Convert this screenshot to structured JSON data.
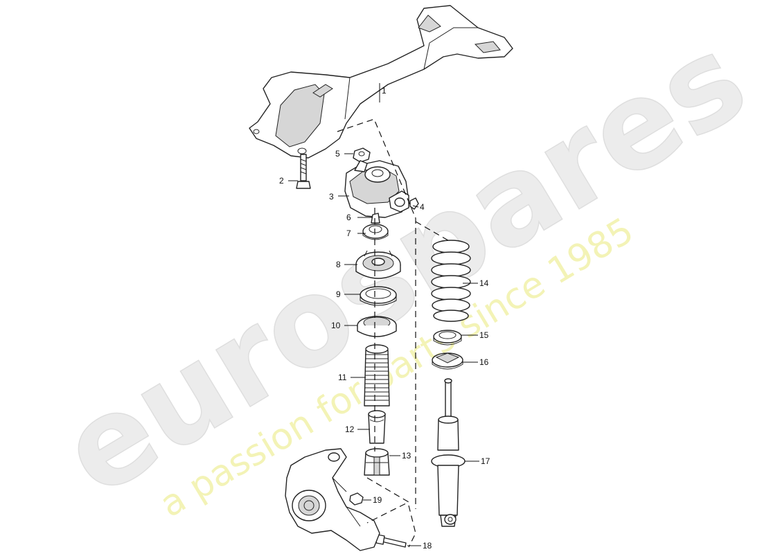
{
  "watermark": {
    "brand": "eurospares",
    "tagline": "a passion for parts since 1985"
  },
  "callouts": [
    {
      "id": "1",
      "label": "1"
    },
    {
      "id": "2",
      "label": "2"
    },
    {
      "id": "3",
      "label": "3"
    },
    {
      "id": "4",
      "label": "4"
    },
    {
      "id": "5",
      "label": "5"
    },
    {
      "id": "6",
      "label": "6"
    },
    {
      "id": "7",
      "label": "7"
    },
    {
      "id": "8",
      "label": "8"
    },
    {
      "id": "9",
      "label": "9"
    },
    {
      "id": "10",
      "label": "10"
    },
    {
      "id": "11",
      "label": "11"
    },
    {
      "id": "12",
      "label": "12"
    },
    {
      "id": "13",
      "label": "13"
    },
    {
      "id": "14",
      "label": "14"
    },
    {
      "id": "15",
      "label": "15"
    },
    {
      "id": "16",
      "label": "16"
    },
    {
      "id": "17",
      "label": "17"
    },
    {
      "id": "18",
      "label": "18"
    },
    {
      "id": "19",
      "label": "19"
    }
  ]
}
